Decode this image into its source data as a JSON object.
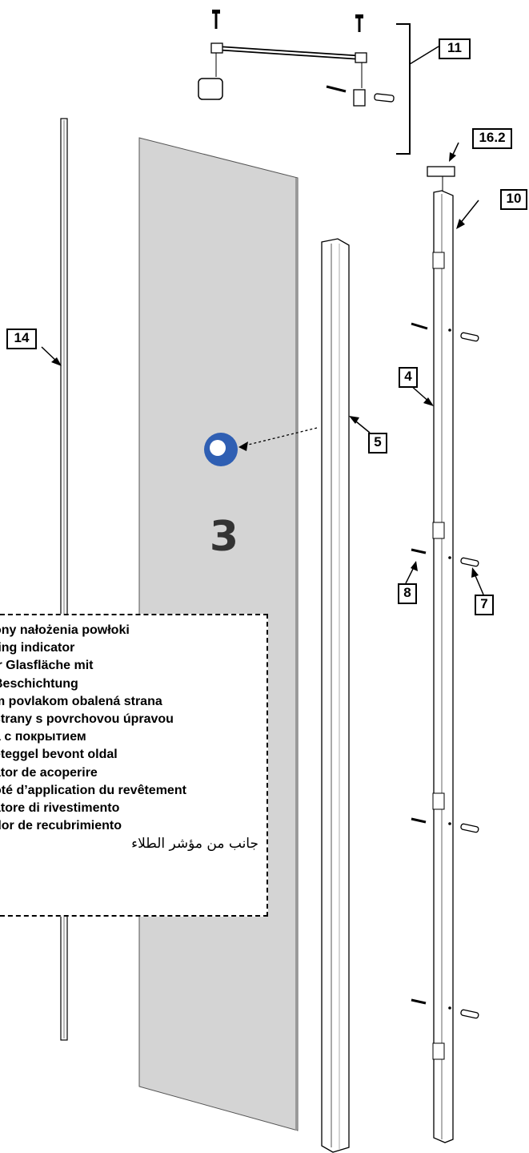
{
  "callouts": {
    "c11": "11",
    "c16_2": "16.2",
    "c10": "10",
    "c14": "14",
    "c4": "4",
    "c5": "5",
    "c8": "8",
    "c7": "7"
  },
  "glass_panel": {
    "number": "3"
  },
  "coating_indicator": {
    "lines": [
      "ony nałożenia powłoki",
      "ting indicator",
      "ir Glasfläche mit",
      "Beschichtung",
      "m povlakom obalená strana",
      "strany s povrchovou úpravou",
      "a с покрытием",
      "ёteggel bevont oldal",
      "ator de acoperire",
      "ôté d’application du revêtement",
      "atore di rivestimento",
      "dor de recubrimiento"
    ],
    "arabic": "جانب من مؤشر الطلاء",
    "marker_color": "#2f5fb3"
  },
  "colors": {
    "glass": "#d4d4d4",
    "line": "#000000"
  }
}
